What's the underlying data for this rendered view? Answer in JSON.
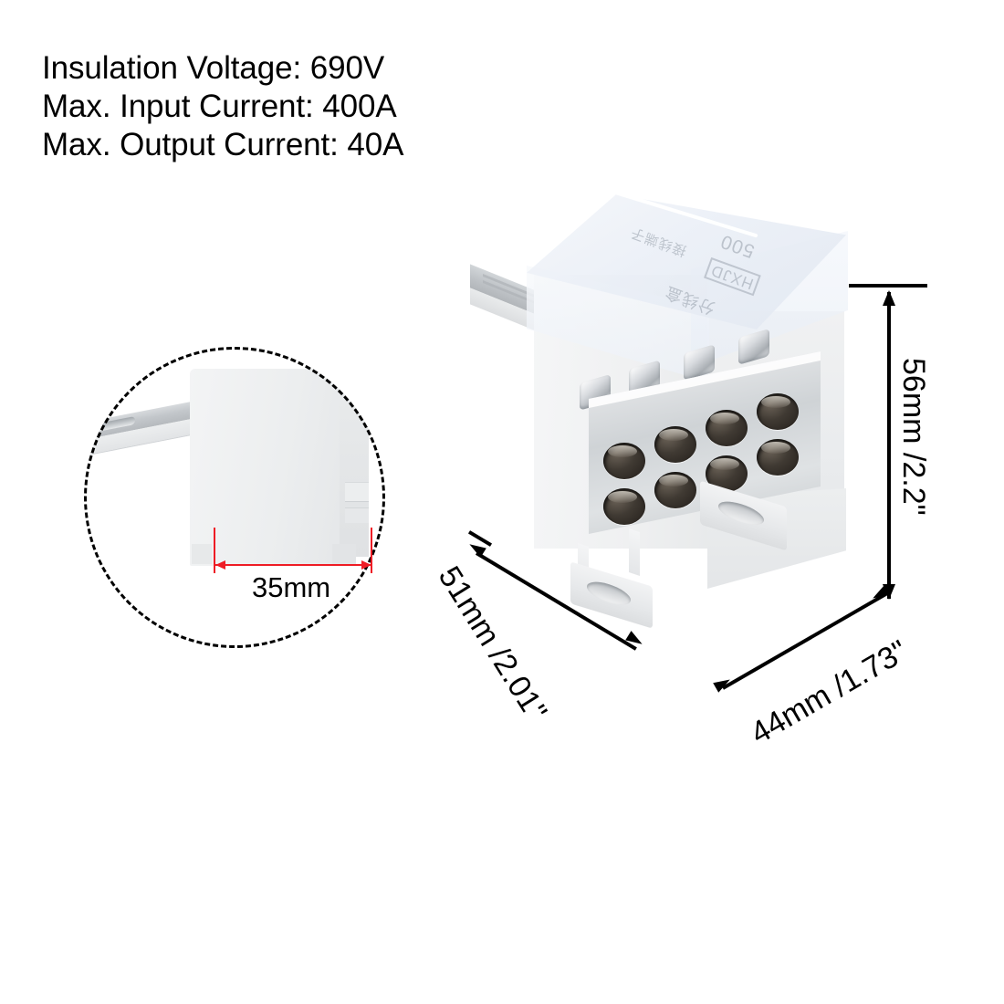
{
  "specs": {
    "line1": "Insulation Voltage: 690V",
    "line2": "Max. Input Current: 400A",
    "line3": "Max. Output Current: 40A"
  },
  "detail_callout": {
    "dimension_label": "35mm",
    "accent_color": "#ee1c25"
  },
  "dimensions": {
    "height": "56mm /2.2\"",
    "depth": "51mm /2.01\"",
    "width": "44mm /1.73\""
  },
  "product": {
    "cover_markings": {
      "brand": "HXJD",
      "rating": "500",
      "text_cn": "分线盒",
      "text_cn2": "接线端子"
    },
    "terminal_holes": 8,
    "terminal_rows": 2,
    "screw_count": 4,
    "mounting_feet": 2,
    "body_color": "#eceeef",
    "metal_color": "#d5d8db"
  }
}
